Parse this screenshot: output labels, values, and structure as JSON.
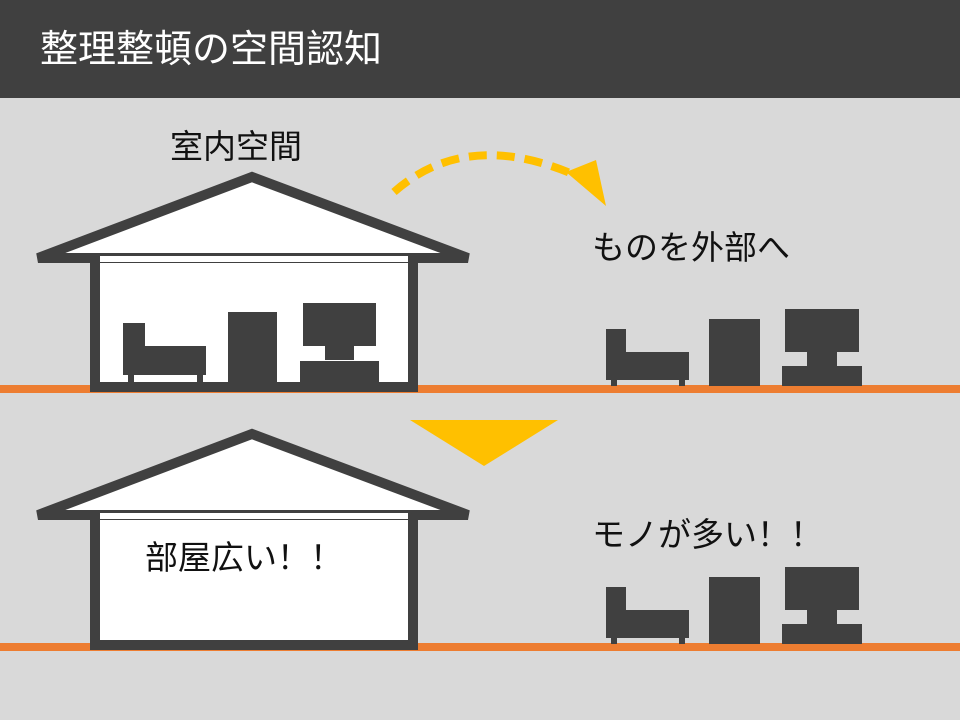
{
  "header": {
    "title": "整理整頓の空間認知"
  },
  "top": {
    "house_label": "室内空間",
    "outside_label": "ものを外部へ"
  },
  "bottom": {
    "house_label": "部屋広い！！",
    "outside_label": "モノが多い！！"
  },
  "colors": {
    "header_bg": "#404040",
    "background": "#d9d9d9",
    "house_outline": "#404040",
    "house_fill": "#ffffff",
    "furniture": "#404040",
    "floor_line": "#ed7d31",
    "accent_arrow": "#ffc000"
  }
}
